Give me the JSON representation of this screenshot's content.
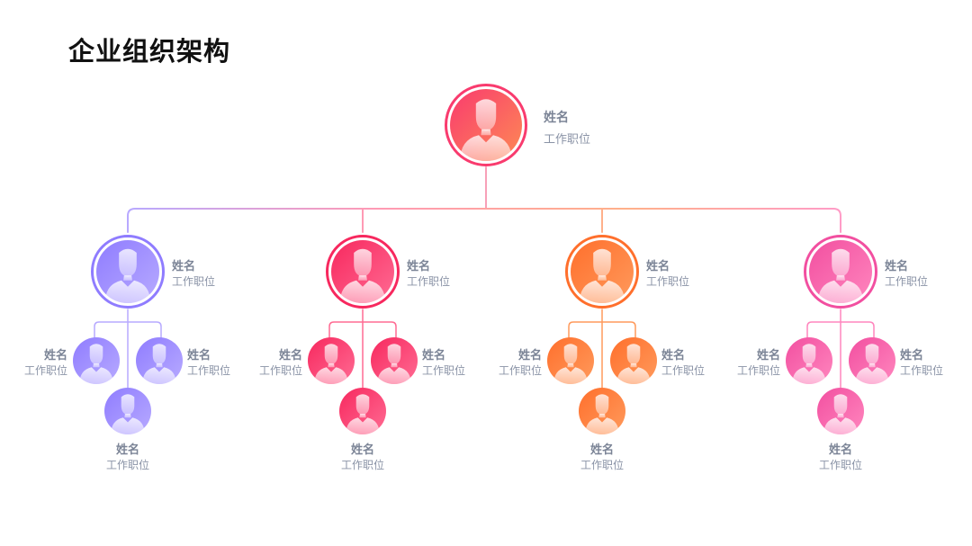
{
  "title": "企业组织架构",
  "colors": {
    "ceo": [
      "#f93b6e",
      "#fd8a55"
    ],
    "groups": [
      [
        "#8f7cff",
        "#b7aaff"
      ],
      [
        "#f7285e",
        "#ff6b93"
      ],
      [
        "#ff6f2c",
        "#ff9a5c"
      ],
      [
        "#f24fa0",
        "#ff86be"
      ]
    ]
  },
  "ceo": {
    "name": "姓名",
    "position": "工作职位"
  },
  "groups": [
    {
      "head": {
        "name": "姓名",
        "position": "工作职位"
      },
      "members": [
        {
          "name": "姓名",
          "position": "工作职位"
        },
        {
          "name": "姓名",
          "position": "工作职位"
        },
        {
          "name": "姓名",
          "position": "工作职位"
        }
      ]
    },
    {
      "head": {
        "name": "姓名",
        "position": "工作职位"
      },
      "members": [
        {
          "name": "姓名",
          "position": "工作职位"
        },
        {
          "name": "姓名",
          "position": "工作职位"
        },
        {
          "name": "姓名",
          "position": "工作职位"
        }
      ]
    },
    {
      "head": {
        "name": "姓名",
        "position": "工作职位"
      },
      "members": [
        {
          "name": "姓名",
          "position": "工作职位"
        },
        {
          "name": "姓名",
          "position": "工作职位"
        },
        {
          "name": "姓名",
          "position": "工作职位"
        }
      ]
    },
    {
      "head": {
        "name": "姓名",
        "position": "工作职位"
      },
      "members": [
        {
          "name": "姓名",
          "position": "工作职位"
        },
        {
          "name": "姓名",
          "position": "工作职位"
        },
        {
          "name": "姓名",
          "position": "工作职位"
        }
      ]
    }
  ]
}
